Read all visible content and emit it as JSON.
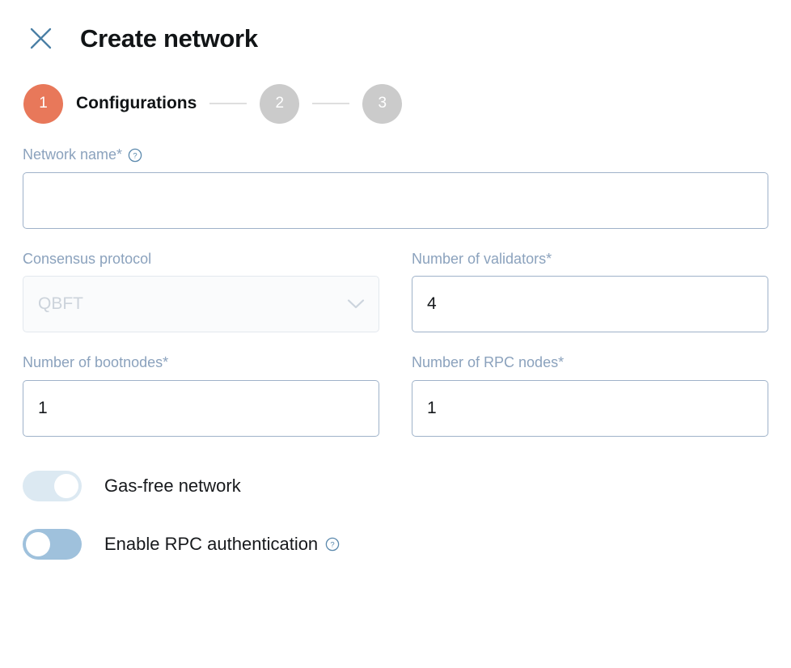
{
  "header": {
    "close_icon": "close-icon",
    "title": "Create network"
  },
  "stepper": {
    "steps": [
      {
        "number": "1",
        "label": "Configurations",
        "state": "active"
      },
      {
        "number": "2",
        "label": "",
        "state": "inactive"
      },
      {
        "number": "3",
        "label": "",
        "state": "inactive"
      }
    ]
  },
  "form": {
    "network_name": {
      "label": "Network name*",
      "help_icon": "help-circle-icon",
      "value": "",
      "placeholder": ""
    },
    "consensus_protocol": {
      "label": "Consensus protocol",
      "value": "QBFT",
      "chevron_icon": "chevron-down-icon",
      "disabled": true,
      "options": [
        "QBFT"
      ]
    },
    "number_of_validators": {
      "label": "Number of validators*",
      "value": "4"
    },
    "number_of_bootnodes": {
      "label": "Number of bootnodes*",
      "value": "1"
    },
    "number_of_rpc_nodes": {
      "label": "Number of RPC nodes*",
      "value": "1"
    },
    "gas_free_network": {
      "label": "Gas-free network",
      "state": "on"
    },
    "enable_rpc_authentication": {
      "label": "Enable RPC authentication",
      "help_icon": "help-circle-icon",
      "state": "off"
    }
  },
  "colors": {
    "accent_orange": "#e8785a",
    "step_inactive": "#cbcbcb",
    "label_blue_gray": "#8ba2bd",
    "input_border": "#9fb2c9",
    "icon_blue": "#4a7fa5",
    "toggle_on_track": "#dce9f2",
    "toggle_off_track": "#9fc1dc"
  }
}
